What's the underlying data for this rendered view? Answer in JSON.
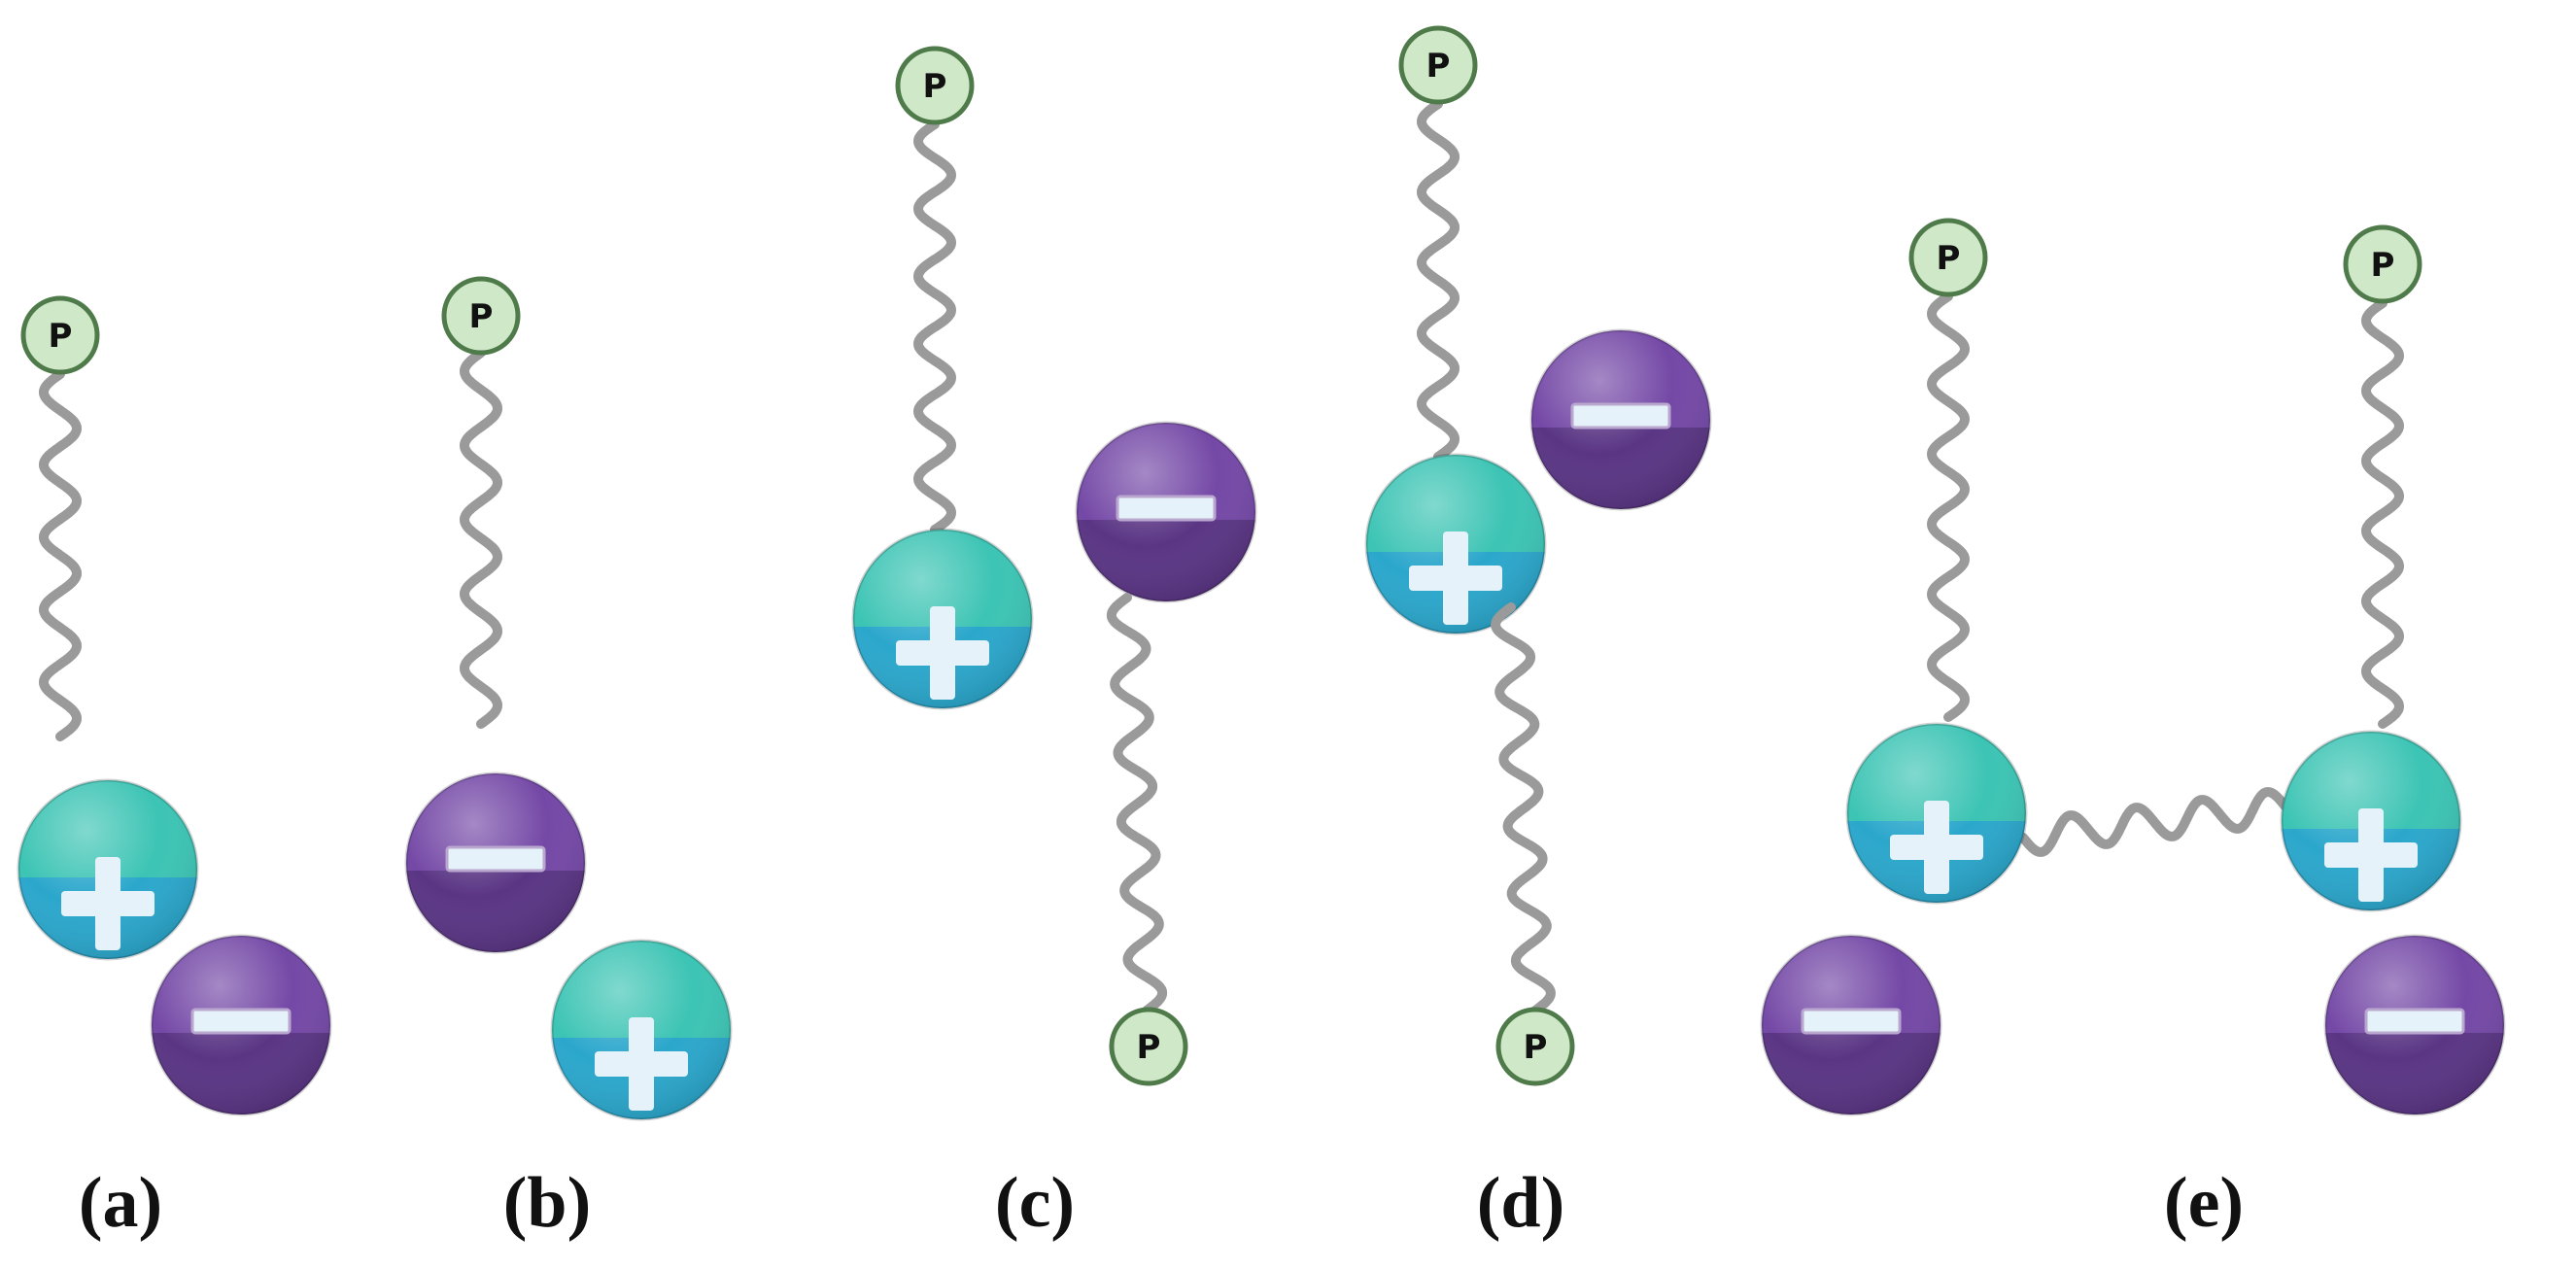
{
  "figure": {
    "panels": [
      {
        "id": "a",
        "label": "(a)",
        "ions": [
          {
            "charge": "+",
            "role": "head"
          },
          {
            "charge": "-",
            "role": "counterion"
          }
        ],
        "tails": [
          {
            "terminal": "P"
          }
        ]
      },
      {
        "id": "b",
        "label": "(b)",
        "ions": [
          {
            "charge": "-",
            "role": "head"
          },
          {
            "charge": "+",
            "role": "counterion"
          }
        ],
        "tails": [
          {
            "terminal": "P"
          }
        ]
      },
      {
        "id": "c",
        "label": "(c)",
        "ions": [
          {
            "charge": "+",
            "role": "head"
          },
          {
            "charge": "-",
            "role": "head"
          }
        ],
        "tails": [
          {
            "terminal": "P"
          },
          {
            "terminal": "P"
          }
        ]
      },
      {
        "id": "d",
        "label": "(d)",
        "ions": [
          {
            "charge": "+",
            "role": "head"
          },
          {
            "charge": "-",
            "role": "counterion"
          }
        ],
        "tails": [
          {
            "terminal": "P"
          },
          {
            "terminal": "P"
          }
        ]
      },
      {
        "id": "e",
        "label": "(e)",
        "ions": [
          {
            "charge": "+",
            "role": "head"
          },
          {
            "charge": "+",
            "role": "head"
          },
          {
            "charge": "-",
            "role": "counterion"
          },
          {
            "charge": "-",
            "role": "counterion"
          }
        ],
        "tails": [
          {
            "terminal": "P"
          },
          {
            "terminal": "P"
          },
          {
            "terminal": "spacer"
          }
        ]
      }
    ]
  },
  "colors": {
    "cation_top": "#3cc4b4",
    "cation_bottom": "#2ba7cc",
    "anion_top": "#7448a6",
    "anion_bottom": "#5a3584",
    "tail": "#9a9a9a",
    "terminal_fill": "#cfe8c8",
    "terminal_stroke": "#4f7a4a",
    "sign": "#e6f2fa"
  }
}
